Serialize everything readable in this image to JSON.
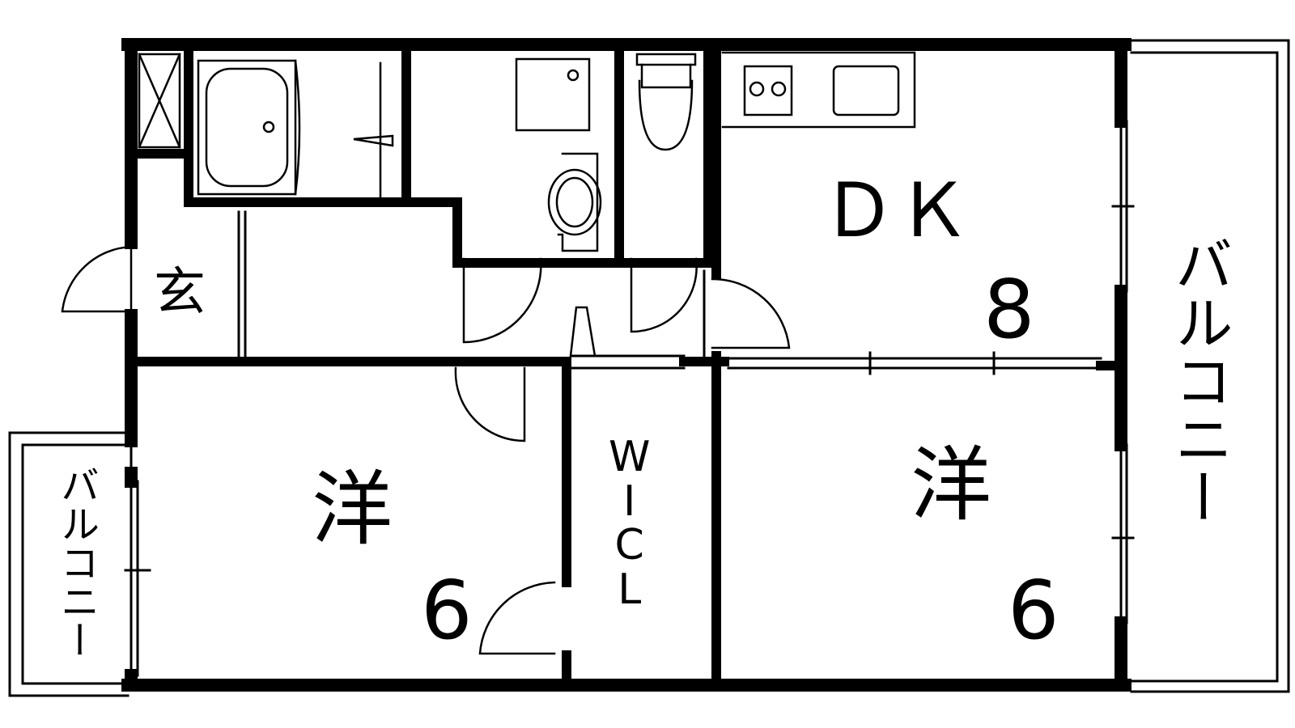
{
  "rooms": {
    "dk": {
      "name": "ＤＫ",
      "size": "8"
    },
    "western_left": {
      "name": "洋",
      "size": "6"
    },
    "western_right": {
      "name": "洋",
      "size": "6"
    },
    "wcl": {
      "name": "W\nI\nC\nL"
    },
    "entrance": {
      "name": "玄"
    }
  },
  "balconies": {
    "right": "バルコニー",
    "left": "バルコニー"
  },
  "colors": {
    "wall": "#000000",
    "background": "#ffffff"
  }
}
